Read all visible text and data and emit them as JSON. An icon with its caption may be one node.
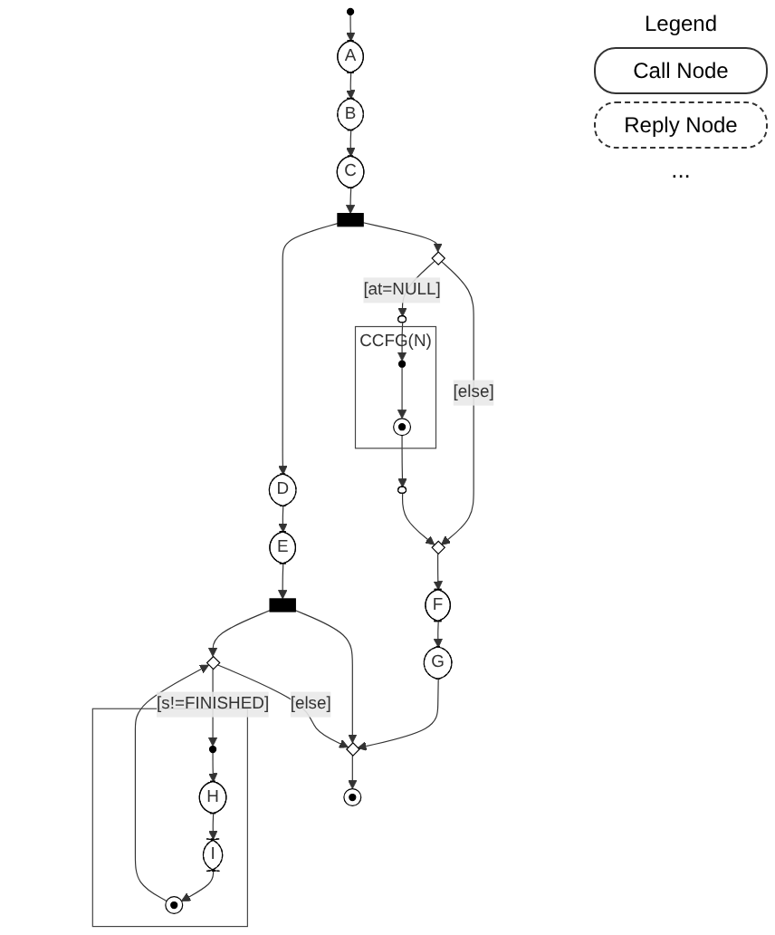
{
  "diagram": {
    "nodes": [
      {
        "text": [],
        "shape": "circle"
      },
      {
        "text": [
          "A"
        ]
      },
      {
        "text": [
          "B"
        ]
      },
      {
        "text": [
          "C"
        ]
      },
      {
        "text": [],
        "shape": "bar"
      },
      {
        "text": [
          "D"
        ]
      },
      {
        "text": [
          "E"
        ]
      },
      {
        "text": [],
        "shape": "diamond"
      },
      {
        "text": [],
        "shape": "box"
      },
      {
        "text": [
          "CCFG(N)"
        ]
      },
      {
        "text": [],
        "shape": "circle",
        "in": 9
      },
      {
        "text": [],
        "shape": "circle",
        "in": 9
      },
      {
        "text": [],
        "shape": "box"
      },
      {
        "text": [],
        "shape": "diamond"
      },
      {
        "text": [
          "F"
        ]
      },
      {
        "text": [
          "G"
        ]
      },
      {
        "text": [],
        "shape": "bar"
      },
      {
        "text": [],
        "shape": "diamond"
      },
      {
        "text": [],
        "shape": "box"
      },
      {
        "text": [],
        "shape": "circle",
        "in": 18
      },
      {
        "text": [
          "H"
        ],
        "in": 18
      },
      {
        "text": [
          "I"
        ],
        "in": 18
      },
      {
        "text": [],
        "shape": "circle",
        "in": 18
      },
      {
        "text": [],
        "shape": "diamond"
      },
      {
        "text": [],
        "shape": "circle"
      }
    ],
    "edges": [
      {
        "from": 0,
        "to": 1,
        "arrow": "to"
      },
      {
        "from": 1,
        "to": 2,
        "arrow": "to"
      },
      {
        "from": 2,
        "to": 3,
        "arrow": "to"
      },
      {
        "from": 3,
        "to": 4,
        "arrow": "to"
      },
      {
        "from": 4,
        "to": 5,
        "arrow": "to"
      },
      {
        "from": 4,
        "to": 7,
        "arrow": "to"
      },
      {
        "from": 5,
        "to": 6,
        "arrow": "to"
      },
      {
        "from": 6,
        "to": 16,
        "arrow": "to"
      },
      {
        "from": 7,
        "to": 8,
        "arrow": "to",
        "label": "[at=NULL]"
      },
      {
        "from": 7,
        "to": 13,
        "arrow": "to",
        "label": "[else]"
      },
      {
        "from": 8,
        "to": 10,
        "arrow": "to"
      },
      {
        "from": 10,
        "to": 11,
        "arrow": "to"
      },
      {
        "from": 11,
        "to": 12,
        "arrow": "to"
      },
      {
        "from": 12,
        "to": 13,
        "arrow": "to"
      },
      {
        "from": 13,
        "to": 14,
        "arrow": "to"
      },
      {
        "from": 14,
        "to": 15,
        "arrow": "to"
      },
      {
        "from": 15,
        "to": 23,
        "arrow": "to"
      },
      {
        "from": 16,
        "to": 17,
        "arrow": "to"
      },
      {
        "from": 16,
        "to": 23,
        "arrow": "to"
      },
      {
        "from": 17,
        "to": 19,
        "arrow": "to",
        "label": "[s!=FINISHED]"
      },
      {
        "from": 17,
        "to": 23,
        "arrow": "to",
        "label": "[else]"
      },
      {
        "from": 19,
        "to": 20,
        "arrow": "to"
      },
      {
        "from": 20,
        "to": 21,
        "arrow": "to"
      },
      {
        "from": 21,
        "to": 22,
        "arrow": "to"
      },
      {
        "from": 22,
        "to": 17,
        "arrow": "to"
      },
      {
        "from": 23,
        "to": 24,
        "arrow": "to"
      }
    ],
    "labels": [
      "...",
      "Legend"
    ],
    "legend": [
      {
        "text": "Call Node"
      },
      {
        "text": "Reply Node"
      }
    ]
  }
}
